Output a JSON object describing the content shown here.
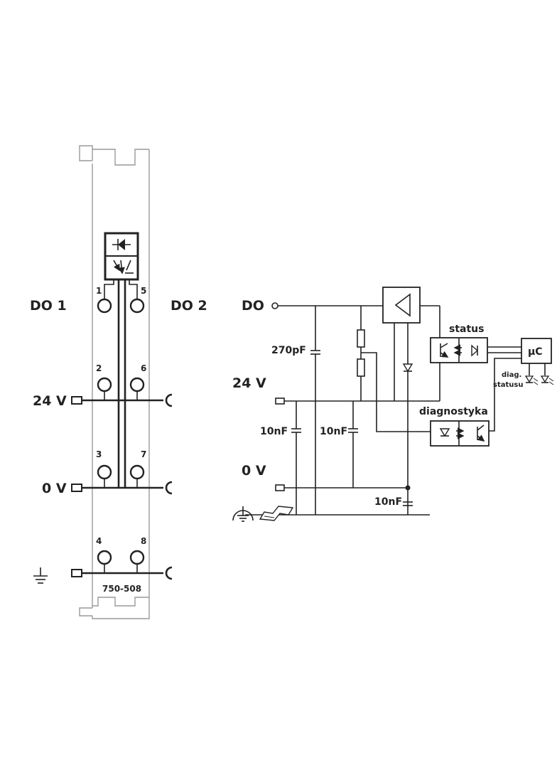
{
  "module": {
    "label_do1": "DO 1",
    "label_do2": "DO 2",
    "label_24v": "24 V",
    "label_0v": "0 V",
    "pin_1": "1",
    "pin_2": "2",
    "pin_3": "3",
    "pin_4": "4",
    "pin_5": "5",
    "pin_6": "6",
    "pin_7": "7",
    "pin_8": "8",
    "part_number": "750-508"
  },
  "schematic": {
    "label_do": "DO",
    "label_24v": "24 V",
    "label_0v": "0 V",
    "cap_270pf": "270pF",
    "cap_10nf_a": "10nF",
    "cap_10nf_b": "10nF",
    "cap_10nf_c": "10nF",
    "status": "status",
    "diagnostyka": "diagnostyka",
    "uc": "μC",
    "diag_line1": "diag.",
    "diag_line2": "statusu"
  }
}
